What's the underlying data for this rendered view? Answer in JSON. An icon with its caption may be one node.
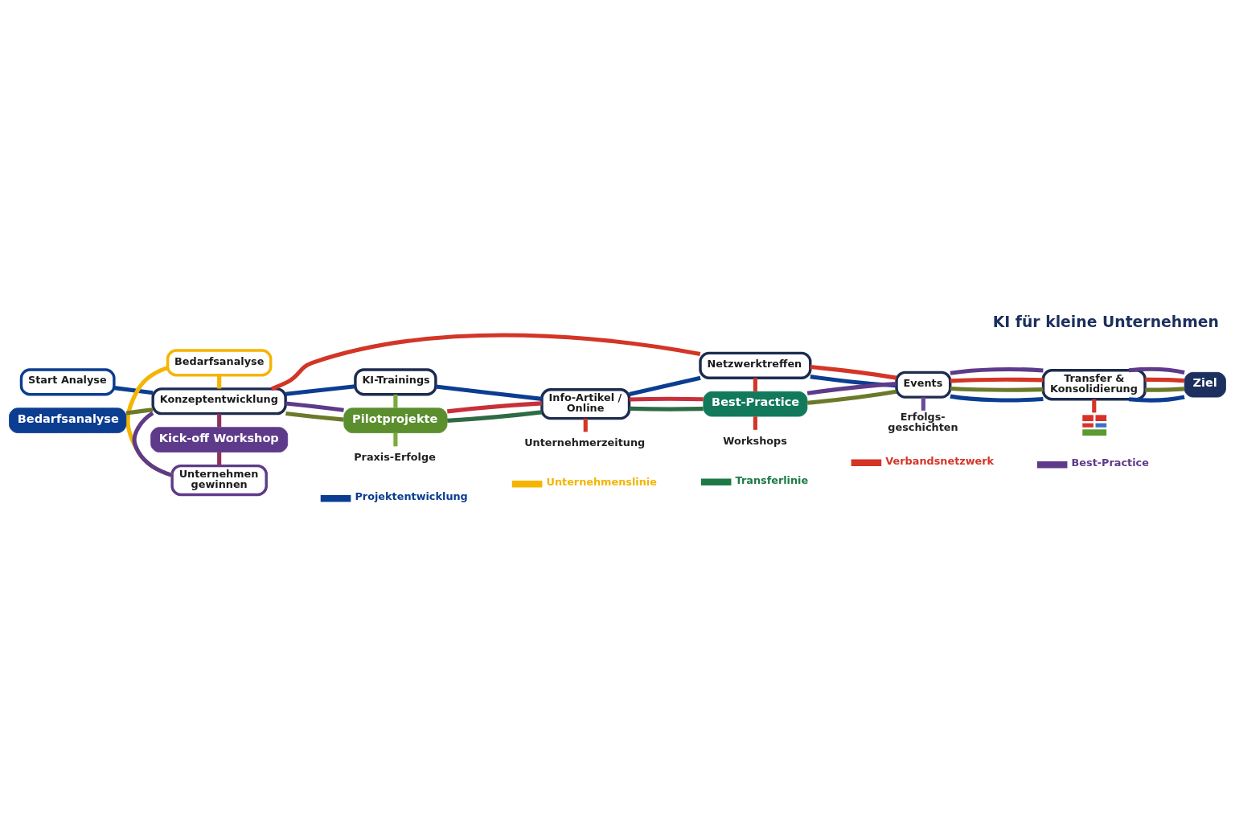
{
  "diagram": {
    "title": "KI für kleine Unternehmen",
    "nodes": [
      {
        "text": [
          "Start Analyse"
        ]
      },
      {
        "text": [
          "Bedarfsanalyse"
        ]
      },
      {
        "text": [
          "Konzeptentwicklung"
        ]
      },
      {
        "text": [
          "KI-Trainings"
        ]
      },
      {
        "text": [
          "Info-Artikel / Online"
        ]
      },
      {
        "text": [
          "Netzwerktreffen"
        ]
      },
      {
        "text": [
          "Events"
        ]
      },
      {
        "text": [
          "Transfer & Konsolidierung"
        ]
      },
      {
        "text": [
          "Bedarfsanalyse"
        ]
      },
      {
        "text": [
          "Pilotprojekte"
        ]
      },
      {
        "text": [
          "Kick-off Workshop"
        ]
      },
      {
        "text": [
          "Best-Practice"
        ]
      },
      {
        "text": [
          "Ziel"
        ]
      },
      {
        "text": [
          "Praxis-Erfolge"
        ]
      },
      {
        "text": [
          "Unternehmerzeitung"
        ]
      },
      {
        "text": [
          "Workshops"
        ]
      },
      {
        "text": [
          "Erfolgs- geschichten"
        ]
      },
      {
        "text": [
          "Unternehmen gewinnen"
        ]
      },
      {
        "text": [],
        "shape": "picture"
      }
    ],
    "edges": [
      {
        "from": 0,
        "to": 2,
        "arrow": "none",
        "color": "#0b3d91"
      },
      {
        "from": 2,
        "to": 3,
        "arrow": "none",
        "color": "#0b3d91"
      },
      {
        "from": 3,
        "to": 4,
        "arrow": "none",
        "color": "#0b3d91"
      },
      {
        "from": 4,
        "to": 5,
        "arrow": "none",
        "color": "#0b3d91"
      },
      {
        "from": 5,
        "to": 6,
        "arrow": "none",
        "color": "#0b3d91"
      },
      {
        "from": 6,
        "to": 7,
        "arrow": "none",
        "color": "#0b3d91"
      },
      {
        "from": 7,
        "to": 12,
        "arrow": "none",
        "color": "#0b3d91"
      },
      {
        "from": 1,
        "to": 2,
        "arrow": "none",
        "color": "#f5b400"
      },
      {
        "from": 1,
        "to": 17,
        "arrow": "none",
        "color": "#f5b400"
      },
      {
        "from": 8,
        "to": 2,
        "arrow": "none",
        "color": "#6b7a2a"
      },
      {
        "from": 2,
        "to": 9,
        "arrow": "none",
        "color": "#6b7a2a"
      },
      {
        "from": 9,
        "to": 4,
        "arrow": "none",
        "color": "#2e6b45"
      },
      {
        "from": 4,
        "to": 11,
        "arrow": "none",
        "color": "#2e6b45"
      },
      {
        "from": 11,
        "to": 6,
        "arrow": "none",
        "color": "#6b7a2a"
      },
      {
        "from": 6,
        "to": 7,
        "arrow": "none",
        "color": "#6b7a2a"
      },
      {
        "from": 7,
        "to": 12,
        "arrow": "none",
        "color": "#6b7a2a"
      },
      {
        "from": 2,
        "to": 5,
        "arrow": "none",
        "color": "#d33527"
      },
      {
        "from": 5,
        "to": 6,
        "arrow": "none",
        "color": "#d33527"
      },
      {
        "from": 6,
        "to": 7,
        "arrow": "none",
        "color": "#d33527"
      },
      {
        "from": 7,
        "to": 12,
        "arrow": "none",
        "color": "#d33527"
      },
      {
        "from": 9,
        "to": 4,
        "arrow": "none",
        "color": "#c8303a"
      },
      {
        "from": 4,
        "to": 11,
        "arrow": "none",
        "color": "#c8303a"
      },
      {
        "from": 2,
        "to": 17,
        "arrow": "none",
        "color": "#5e3a8a"
      },
      {
        "from": 2,
        "to": 9,
        "arrow": "none",
        "color": "#5e3a8a"
      },
      {
        "from": 11,
        "to": 6,
        "arrow": "none",
        "color": "#5e3a8a"
      },
      {
        "from": 6,
        "to": 7,
        "arrow": "none",
        "color": "#5e3a8a"
      },
      {
        "from": 7,
        "to": 12,
        "arrow": "none",
        "color": "#5e3a8a"
      },
      {
        "from": 2,
        "to": 10,
        "arrow": "none",
        "color": "#8e3060"
      },
      {
        "from": 10,
        "to": 17,
        "arrow": "none",
        "color": "#8e3060"
      },
      {
        "from": 3,
        "to": 9,
        "arrow": "none",
        "color": "#7aab3a"
      },
      {
        "from": 9,
        "to": 13,
        "arrow": "none",
        "color": "#7aab3a"
      },
      {
        "from": 4,
        "to": 14,
        "arrow": "none",
        "color": "#d33527"
      },
      {
        "from": 5,
        "to": 11,
        "arrow": "none",
        "color": "#d33527"
      },
      {
        "from": 11,
        "to": 15,
        "arrow": "none",
        "color": "#d33527"
      },
      {
        "from": 6,
        "to": 16,
        "arrow": "none",
        "color": "#6b4a9a"
      },
      {
        "from": 7,
        "to": 18,
        "arrow": "none",
        "color": "#d33527"
      }
    ],
    "legend": [
      {
        "text": "Projektentwicklung",
        "color": "#0b3d91"
      },
      {
        "text": "Unternehmenslinie",
        "color": "#f5b400"
      },
      {
        "text": "Transferlinie",
        "color": "#1e7a45"
      },
      {
        "text": "Verbandsnetzwerk",
        "color": "#d33527"
      },
      {
        "text": "Best-Practice",
        "color": "#5e3a8a"
      }
    ]
  }
}
